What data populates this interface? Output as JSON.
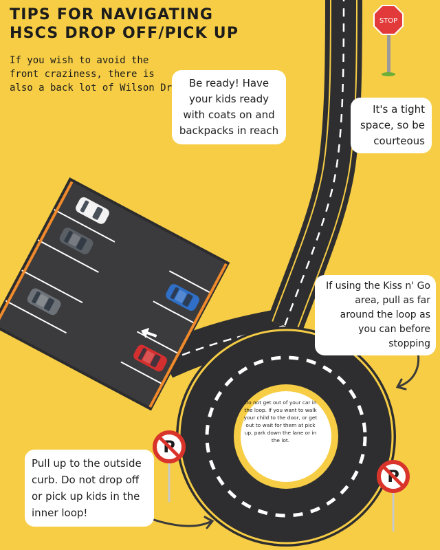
{
  "title": {
    "line1": "TIPS FOR NAVIGATING",
    "line2": "HSCS DROP OFF/PICK UP"
  },
  "intro": "If you wish to avoid the front craziness, there is also a back lot of Wilson Dr.",
  "tips": {
    "ready": "Be ready! Have your kids ready with coats on and backpacks in reach",
    "tight": "It's a tight space, so be courteous",
    "kiss_n_go": "If using the Kiss n' Go area, pull as far around the loop as you can before stopping",
    "outside_curb": "Pull up to the outside curb. Do not drop off or pick up kids in the inner loop!",
    "center": "Do not get out of your car in the loop. If you want to walk your child to the door, or get out to wait for them at pick up, park down the lane or in the lot."
  },
  "signs": {
    "stop": "STOP",
    "no_parking_letter": "P"
  },
  "colors": {
    "background": "#f6cd45",
    "road": "#2e2e30",
    "stop_red": "#e23a3a",
    "no_parking_red": "#d9342b"
  },
  "icons": [
    "stop-sign-icon",
    "no-parking-sign-icon",
    "car-icon",
    "arrow-icon"
  ]
}
